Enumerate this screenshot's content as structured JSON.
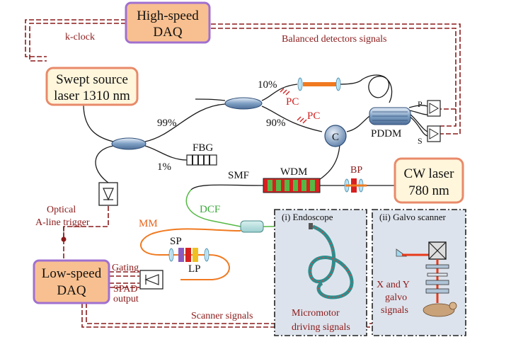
{
  "boxes": {
    "high_speed_daq": [
      "High-speed",
      "DAQ"
    ],
    "swept_source": [
      "Swept source",
      "laser 1310 nm"
    ],
    "cw_laser": [
      "CW laser",
      "780 nm"
    ],
    "low_speed_daq": [
      "Low-speed",
      "DAQ"
    ]
  },
  "labels": {
    "k_clock": "k-clock",
    "balanced_detectors": "Balanced detectors signals",
    "ten_pct": "10%",
    "ninetynine_pct": "99%",
    "ninety_pct": "90%",
    "one_pct": "1%",
    "pc_top": "PC",
    "pc_bottom": "PC",
    "circulator": "C",
    "pddm": "PDDM",
    "p": "P",
    "s": "S",
    "fbg": "FBG",
    "smf": "SMF",
    "wdm": "WDM",
    "bp": "BP",
    "dcf": "DCF",
    "mm": "MM",
    "sp": "SP",
    "lp": "LP",
    "optical_trigger": [
      "Optical",
      "A-line trigger"
    ],
    "gating": "Gating",
    "spad_output": [
      "SPAD",
      "output"
    ],
    "scanner_signals": "Scanner signals",
    "micromotor": [
      "Micromotor",
      "driving signals"
    ],
    "galvo_signals": [
      "X and Y",
      "galvo",
      "signals"
    ]
  },
  "panels": {
    "endoscope": "(i) Endoscope",
    "galvo": "(ii) Galvo scanner"
  },
  "colors": {
    "box_fill_orange": "#f8c090",
    "box_border_purple": "#a070d0",
    "box_fill_cream": "#fff6dc",
    "box_border_salmon": "#e88a6a",
    "signal_dark_red": "#8b1a1a",
    "fiber_green": "#55b845",
    "fiber_orange": "#f07a20",
    "pc_red": "#d02020",
    "panel_bg": "#dde3ec"
  }
}
